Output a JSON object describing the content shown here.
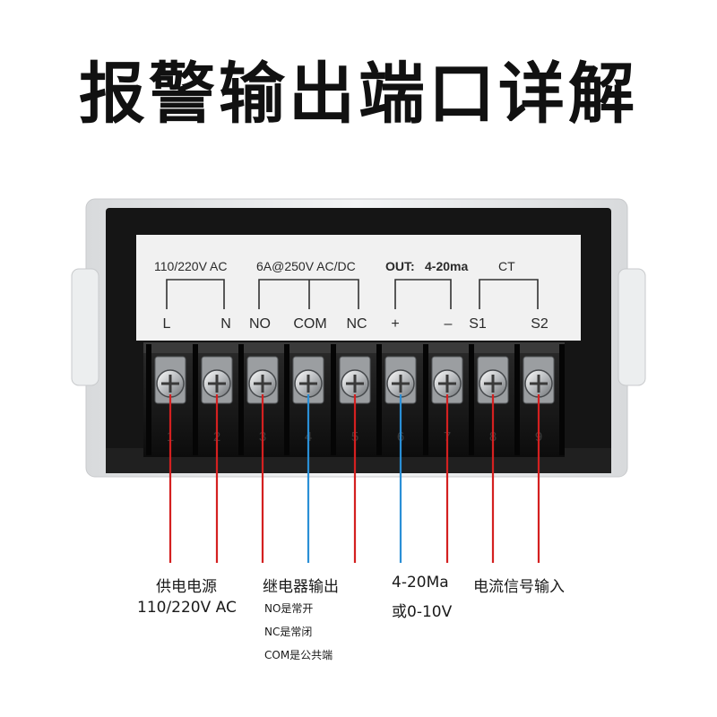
{
  "title": "报警输出端口详解",
  "panel": {
    "power_group": "110/220V AC",
    "relay_group": "6A@250V AC/DC",
    "out_group_prefix": "OUT:",
    "out_group_value": "4-20ma",
    "ct_group": "CT",
    "terminals": [
      "L",
      "N",
      "NO",
      "COM",
      "NC",
      "+",
      "–",
      "S1",
      "S2"
    ]
  },
  "terminal_numbers": [
    "1",
    "2",
    "3",
    "4",
    "5",
    "6",
    "7",
    "8",
    "9"
  ],
  "wire_colors": {
    "red": "#d42020",
    "blue": "#2a8fd6"
  },
  "labels": {
    "power_title": "供电电源",
    "power_value": "110/220V  AC",
    "relay_title": "继电器输出",
    "relay_no": "NO是常开",
    "relay_nc": "NC是常闭",
    "relay_com": "COM是公共端",
    "analog_title": "4-20Ma",
    "analog_alt": "或0-10V",
    "ct_title": "电流信号输入"
  }
}
